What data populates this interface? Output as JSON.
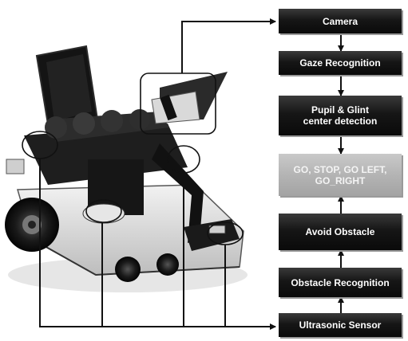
{
  "diagram": {
    "blocks": [
      {
        "id": "camera",
        "lines": [
          "Camera"
        ]
      },
      {
        "id": "gaze",
        "lines": [
          "Gaze Recognition"
        ]
      },
      {
        "id": "pupil",
        "lines": [
          "Pupil & Glint",
          "center detection"
        ]
      },
      {
        "id": "commands",
        "lines": [
          "GO, STOP, GO LEFT,",
          "GO_RIGHT"
        ]
      },
      {
        "id": "avoid",
        "lines": [
          "Avoid Obstacle"
        ]
      },
      {
        "id": "obstacle",
        "lines": [
          "Obstacle Recognition"
        ]
      },
      {
        "id": "ultrasonic",
        "lines": [
          "Ultrasonic Sensor"
        ]
      }
    ]
  },
  "colors": {
    "box_dark": "#111111",
    "box_light": "#b8b8b8",
    "line": "#111111"
  },
  "photo": {
    "subject": "electric wheelchair with camera and ultrasonic sensors"
  }
}
